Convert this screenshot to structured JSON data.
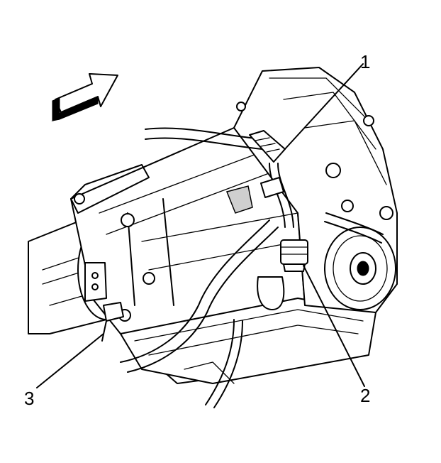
{
  "callouts": [
    {
      "id": "1",
      "label": "1"
    },
    {
      "id": "2",
      "label": "2"
    },
    {
      "id": "3",
      "label": "3"
    }
  ],
  "icons": [
    "direction-arrow-icon"
  ]
}
